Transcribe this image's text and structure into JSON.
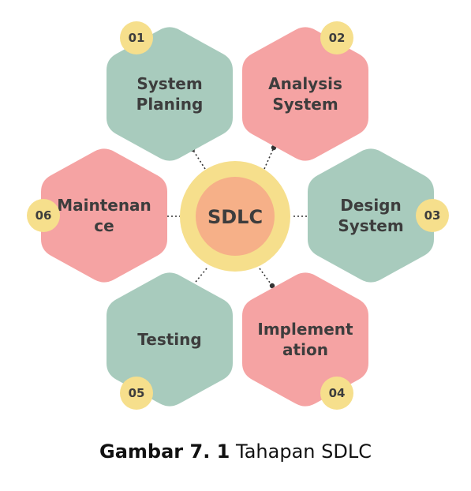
{
  "center": {
    "label": "SDLC"
  },
  "stages": [
    {
      "num": "01",
      "lines": [
        "System",
        "Planing"
      ],
      "color": "green"
    },
    {
      "num": "02",
      "lines": [
        "Analysis",
        "System"
      ],
      "color": "pink"
    },
    {
      "num": "03",
      "lines": [
        "Design",
        "System"
      ],
      "color": "green"
    },
    {
      "num": "04",
      "lines": [
        "Implement",
        "ation"
      ],
      "color": "pink"
    },
    {
      "num": "05",
      "lines": [
        "Testing"
      ],
      "color": "green"
    },
    {
      "num": "06",
      "lines": [
        "Maintenan",
        "ce"
      ],
      "color": "pink"
    }
  ],
  "colors": {
    "green": "#a8cbbd",
    "pink": "#f5a3a3",
    "badge": "#f6df8c",
    "center_ring": "#f6df8c",
    "center_core": "#f6b088",
    "text": "#3d3d3d",
    "connector": "#333333"
  },
  "caption": {
    "bold": "Gambar 7. 1",
    "rest": "Tahapan SDLC"
  }
}
